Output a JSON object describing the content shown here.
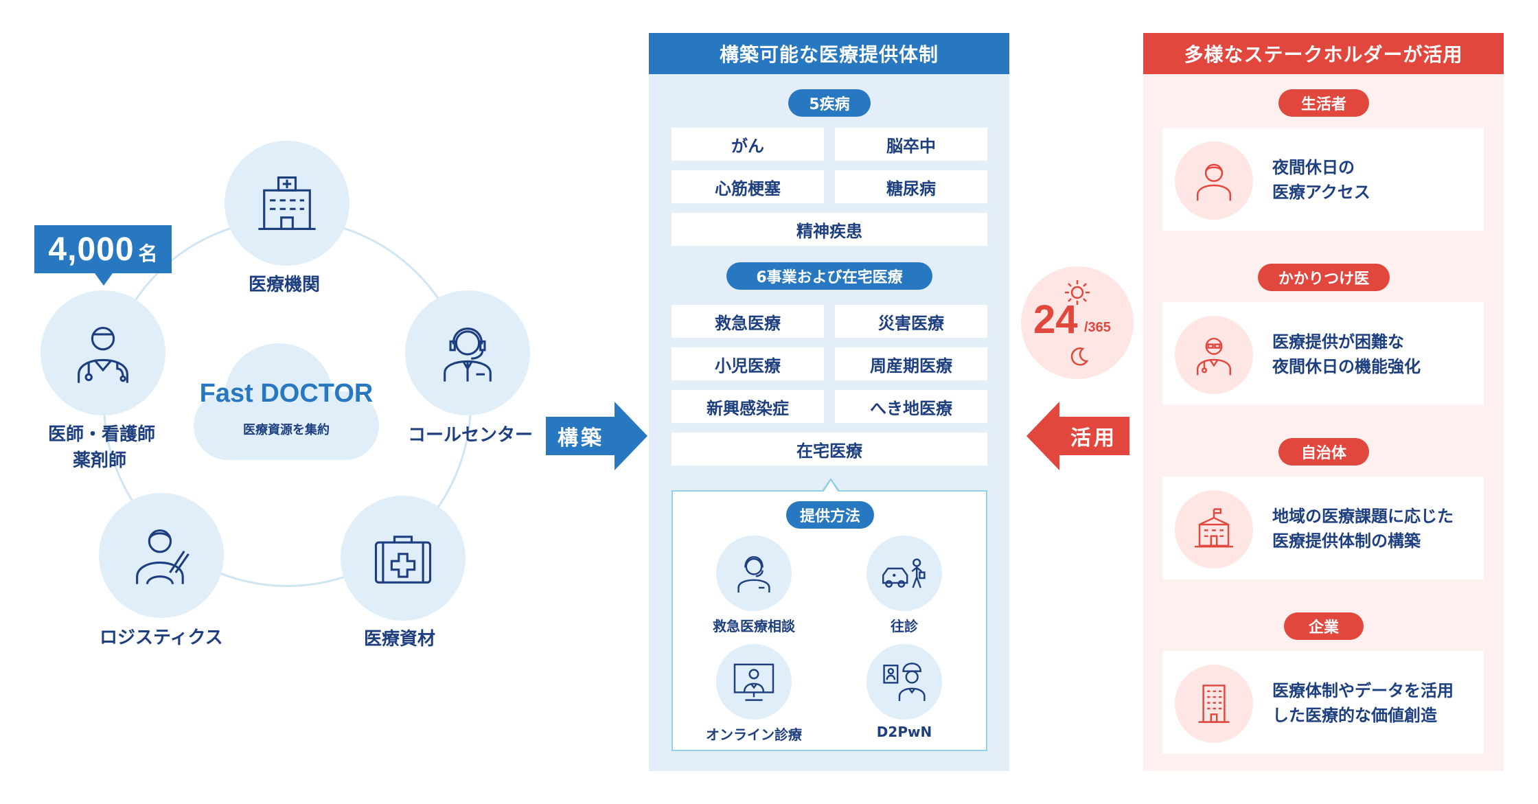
{
  "network": {
    "staff_count": "4,000",
    "staff_unit": "名",
    "brand": "Fast DOCTOR",
    "brand_sub": "医療資源を集約",
    "nodes": {
      "hospital": "医療機関",
      "call_center": "コールセンター",
      "supplies": "医療資材",
      "logistics": "ロジスティクス",
      "staff_line1": "医師・看護師",
      "staff_line2": "薬剤師"
    }
  },
  "build_arrow": "構築",
  "use_arrow": "活用",
  "clock": {
    "main": "24",
    "sub": "/365"
  },
  "middle": {
    "header": "構築可能な医療提供体制",
    "five_diseases": {
      "label": "5疾病",
      "items": [
        "がん",
        "脳卒中",
        "心筋梗塞",
        "糖尿病",
        "精神疾患"
      ]
    },
    "six_projects": {
      "label": "6事業および在宅医療",
      "items": [
        "救急医療",
        "災害医療",
        "小児医療",
        "周産期医療",
        "新興感染症",
        "へき地医療",
        "在宅医療"
      ]
    },
    "methods": {
      "label": "提供方法",
      "items": [
        "救急医療相談",
        "往診",
        "オンライン診療",
        "D2PwN"
      ]
    }
  },
  "right": {
    "header": "多様なステークホルダーが活用",
    "groups": [
      {
        "label": "生活者",
        "line1": "夜間休日の",
        "line2": "医療アクセス"
      },
      {
        "label": "かかりつけ医",
        "line1": "医療提供が困難な",
        "line2": "夜間休日の機能強化"
      },
      {
        "label": "自治体",
        "line1": "地域の医療課題に応じた",
        "line2": "医療提供体制の構築"
      },
      {
        "label": "企業",
        "line1": "医療体制やデータを活用",
        "line2": "した医療的な価値創造"
      }
    ]
  },
  "colors": {
    "blue": "#2878c1",
    "navy": "#1d3f80",
    "red": "#e2473e",
    "light_blue": "#e3eef9",
    "light_red": "#fdf0ef"
  }
}
